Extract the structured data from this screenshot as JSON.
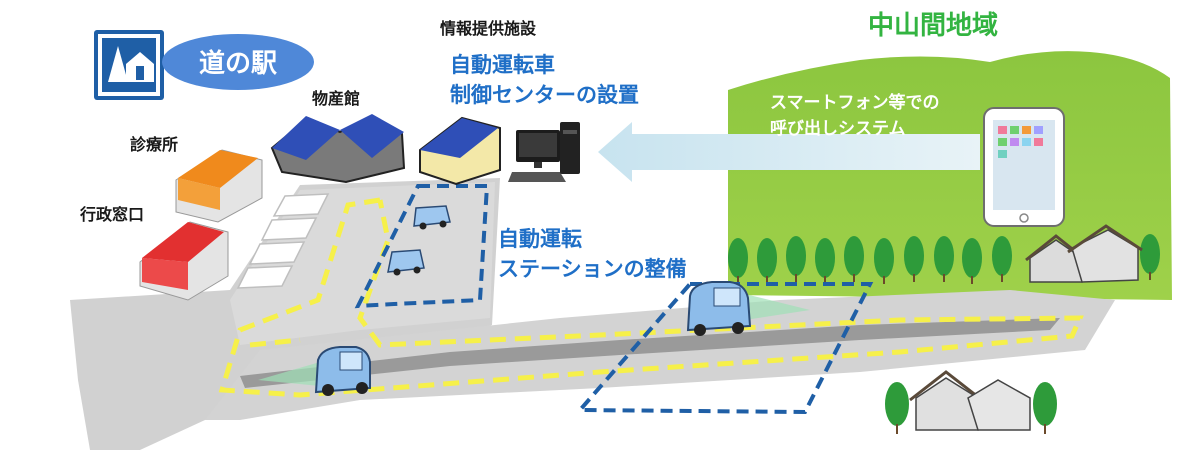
{
  "michi_no_eki": {
    "label": "道の駅"
  },
  "facilities": {
    "clinic": "診療所",
    "admin_office": "行政窓口",
    "market_hall": "物産館",
    "info_facility": "情報提供施設"
  },
  "control_center": {
    "line1": "自動運転車",
    "line2": "制御センターの設置"
  },
  "station": {
    "line1": "自動運転",
    "line2": "ステーションの整備"
  },
  "region": {
    "title": "中山間地域"
  },
  "smartphone": {
    "line1": "スマートフォン等での",
    "line2": "呼び出しシステム"
  },
  "colors": {
    "accent_blue": "#1f6fc7",
    "region_green": "#33b441",
    "hill_green": "#8cc63f",
    "route_yellow": "#f6f04a",
    "dash_blue": "#1f5fa6"
  }
}
